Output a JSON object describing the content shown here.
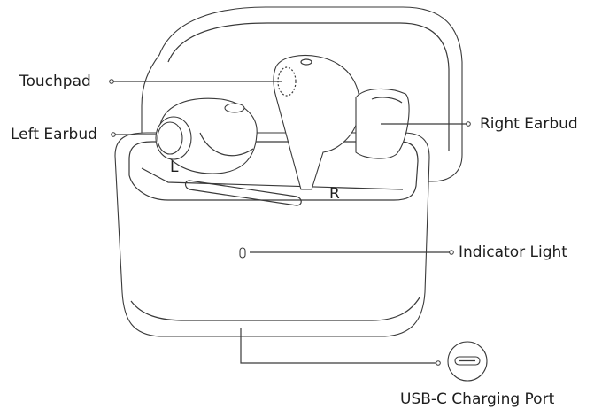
{
  "callouts": {
    "touchpad": "Touchpad",
    "left_earbud": "Left Earbud",
    "right_earbud": "Right Earbud",
    "indicator_light": "Indicator Light",
    "usb_c_port": "USB-C Charging Port"
  },
  "case_markings": {
    "left": "L",
    "right": "R"
  },
  "icons": [
    "usb-c-port-icon",
    "indicator-led-icon"
  ],
  "colors": {
    "line": "#3a3a3a",
    "text": "#1e1e1e",
    "background": "#ffffff"
  }
}
